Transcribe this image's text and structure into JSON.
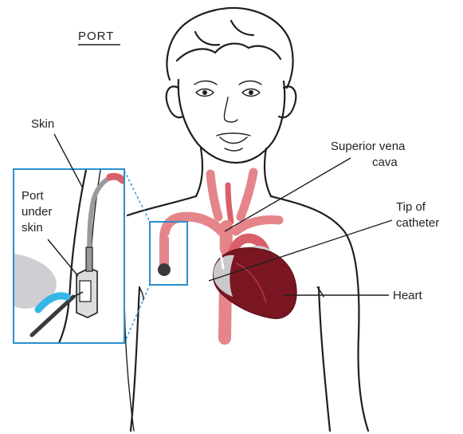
{
  "diagram": {
    "title": "PORT",
    "labels": {
      "skin": "Skin",
      "port_under_skin": [
        "Port",
        "under",
        "skin"
      ],
      "superior_vena_cava": [
        "Superior vena",
        "cava"
      ],
      "tip_of_catheter": [
        "Tip of",
        "catheter"
      ],
      "heart": "Heart"
    },
    "colors": {
      "vessel": "#e5858a",
      "vessel_dark": "#c0404a",
      "heart": "#7a1621",
      "heart_shade": "#c9c9cc",
      "inset_frame": "#2a8fd0",
      "outline": "#1f1f1f",
      "port_disc": "#3a3a3a",
      "needle_accent": "#35b7e8"
    },
    "icons": [
      "person-outline",
      "heart-icon",
      "port-device-icon",
      "needle-icon"
    ]
  }
}
